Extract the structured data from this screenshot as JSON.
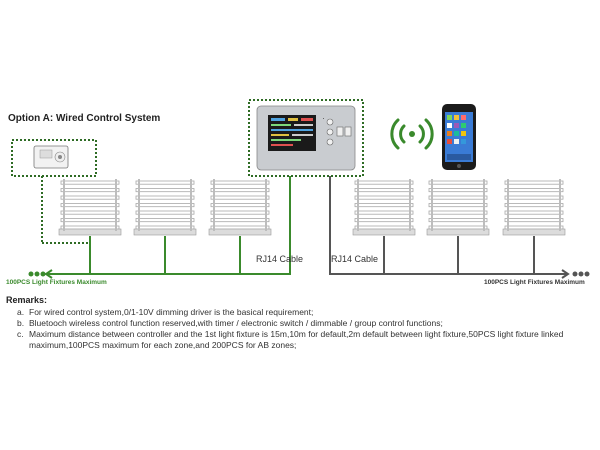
{
  "option_title": "Option A:  Wired Control System",
  "cable_label_left": "RJ14 Cable",
  "cable_label_right": "RJ14 Cable",
  "max_fixtures_left": "100PCS Light Fixtures Maximum",
  "max_fixtures_right": "100PCS Light Fixtures Maximum",
  "remarks": {
    "heading": "Remarks:",
    "items": [
      {
        "letter": "a.",
        "text": "For wired control system,0/1-10V dimming driver is the basical requirement;"
      },
      {
        "letter": "b.",
        "text": "Bluetooch  wireless control function reserved,with timer / electronic switch  / dimmable / group control functions;"
      },
      {
        "letter": "c.",
        "text": "Maximum distance between controller and the 1st light fixture is 15m,10m for default,2m default between light fixture,50PCS light fixture linked maximum,100PCS maximum for each zone,and 200PCS for AB zones;"
      }
    ]
  },
  "colors": {
    "green_line": "#3a8a2c",
    "gray_line": "#555555",
    "dotted_frame": "#2e6b24",
    "fixture_bar": "#a8a8a8",
    "controller_body": "#c9ccd0",
    "controller_screen": "#1a1a1a"
  },
  "icons": [
    "fixture-icon",
    "controller-icon",
    "wireless-signal-icon",
    "smartphone-icon",
    "driver-box-icon"
  ]
}
